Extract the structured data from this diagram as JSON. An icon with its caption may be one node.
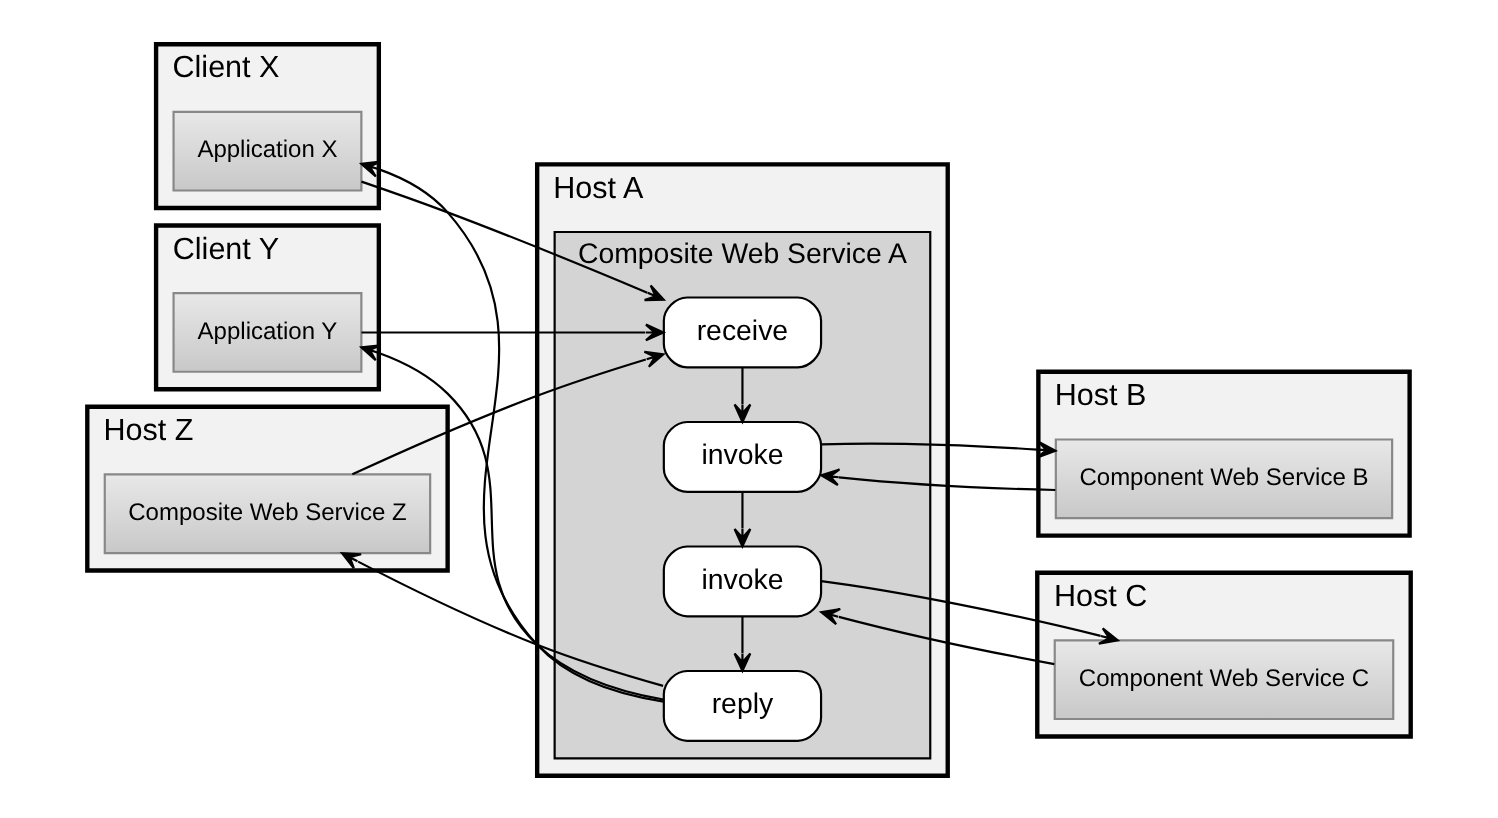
{
  "diagram": {
    "nodes": [
      {
        "text": [
          "Client X"
        ]
      },
      {
        "text": [
          "Application X"
        ],
        "in": 0
      },
      {
        "text": [
          "Client Y"
        ]
      },
      {
        "text": [
          "Application Y"
        ],
        "in": 2
      },
      {
        "text": [
          "Host Z"
        ]
      },
      {
        "text": [
          "Composite Web Service Z"
        ],
        "in": 4
      },
      {
        "text": [
          "Host A"
        ]
      },
      {
        "text": [
          "Composite Web Service A"
        ],
        "in": 6
      },
      {
        "text": [
          "receive"
        ],
        "in": 7
      },
      {
        "text": [
          "invoke"
        ],
        "in": 7
      },
      {
        "text": [
          "invoke"
        ],
        "in": 7
      },
      {
        "text": [
          "reply"
        ],
        "in": 7
      },
      {
        "text": [
          "Host B"
        ]
      },
      {
        "text": [
          "Component Web Service B"
        ],
        "in": 12
      },
      {
        "text": [
          "Host C"
        ]
      },
      {
        "text": [
          "Component Web Service C"
        ],
        "in": 14
      }
    ],
    "edges": [
      {
        "from": 1,
        "to": 8,
        "arrow": "to"
      },
      {
        "from": 3,
        "to": 8,
        "arrow": "to"
      },
      {
        "from": 5,
        "to": 8,
        "arrow": "to"
      },
      {
        "from": 8,
        "to": 9,
        "arrow": "to"
      },
      {
        "from": 9,
        "to": 10,
        "arrow": "to"
      },
      {
        "from": 10,
        "to": 11,
        "arrow": "to"
      },
      {
        "from": 9,
        "to": 13,
        "arrow": "to"
      },
      {
        "from": 13,
        "to": 9,
        "arrow": "to"
      },
      {
        "from": 10,
        "to": 15,
        "arrow": "to"
      },
      {
        "from": 15,
        "to": 10,
        "arrow": "to"
      },
      {
        "from": 11,
        "to": 1,
        "arrow": "to"
      },
      {
        "from": 11,
        "to": 3,
        "arrow": "to"
      },
      {
        "from": 11,
        "to": 5,
        "arrow": "to"
      }
    ]
  }
}
